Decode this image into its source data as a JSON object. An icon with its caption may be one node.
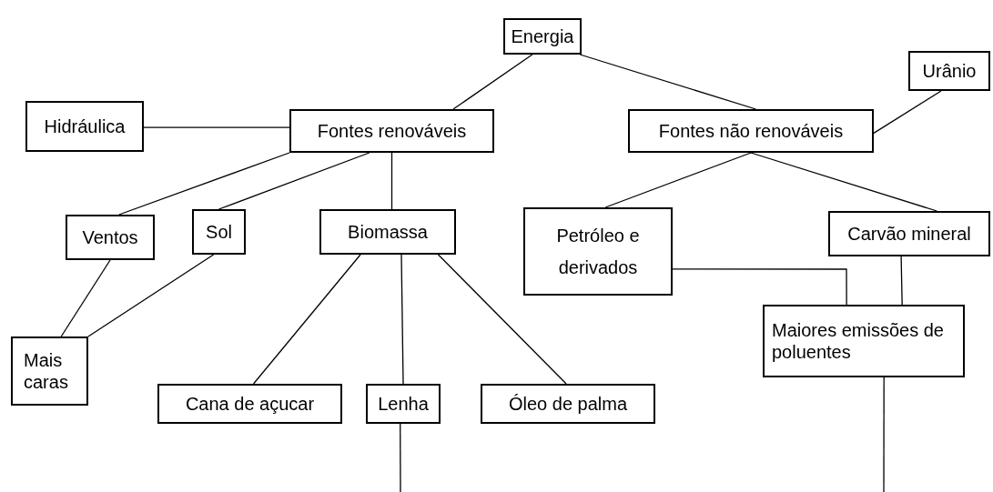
{
  "diagram": {
    "nodes": [
      {
        "text": [
          "Energia"
        ]
      },
      {
        "text": [
          "Fontes renováveis"
        ]
      },
      {
        "text": [
          "Fontes não renováveis"
        ]
      },
      {
        "text": [
          "Urânio"
        ]
      },
      {
        "text": [
          "Hidráulica"
        ]
      },
      {
        "text": [
          "Ventos"
        ]
      },
      {
        "text": [
          "Sol"
        ]
      },
      {
        "text": [
          "Biomassa"
        ]
      },
      {
        "text": [
          "Petróleo e derivados"
        ]
      },
      {
        "text": [
          "Carvão mineral"
        ]
      },
      {
        "text": [
          "Maiores emissões de poluentes"
        ]
      },
      {
        "text": [
          "Mais caras"
        ]
      },
      {
        "text": [
          "Cana de açucar"
        ]
      },
      {
        "text": [
          "Lenha"
        ]
      },
      {
        "text": [
          "Óleo de palma"
        ]
      }
    ],
    "edges": [
      {
        "from": 0,
        "to": 1,
        "arrow": "none"
      },
      {
        "from": 0,
        "to": 2,
        "arrow": "none"
      },
      {
        "from": 3,
        "to": 2,
        "arrow": "none"
      },
      {
        "from": 4,
        "to": 1,
        "arrow": "none"
      },
      {
        "from": 1,
        "to": 5,
        "arrow": "none"
      },
      {
        "from": 1,
        "to": 6,
        "arrow": "none"
      },
      {
        "from": 1,
        "to": 7,
        "arrow": "none"
      },
      {
        "from": 2,
        "to": 8,
        "arrow": "none"
      },
      {
        "from": 2,
        "to": 9,
        "arrow": "none"
      },
      {
        "from": 5,
        "to": 11,
        "arrow": "none"
      },
      {
        "from": 6,
        "to": 11,
        "arrow": "none"
      },
      {
        "from": 7,
        "to": 12,
        "arrow": "none"
      },
      {
        "from": 7,
        "to": 13,
        "arrow": "none"
      },
      {
        "from": 7,
        "to": 14,
        "arrow": "none"
      },
      {
        "from": 8,
        "to": 10,
        "arrow": "none"
      },
      {
        "from": 9,
        "to": 10,
        "arrow": "none"
      },
      {
        "from": 13,
        "to": null,
        "arrow": "none"
      },
      {
        "from": 10,
        "to": null,
        "arrow": "none"
      }
    ]
  }
}
